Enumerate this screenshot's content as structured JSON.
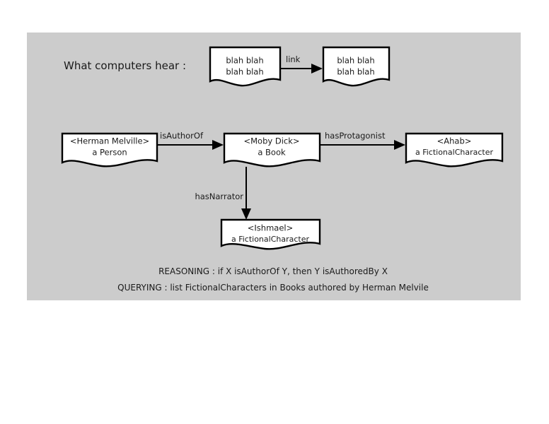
{
  "panel": {
    "background_color": "#cccccc",
    "page_background_color": "#ffffff"
  },
  "heading": {
    "label": "What computers hear :"
  },
  "top_row": {
    "nodes": [
      {
        "line1": "blah blah",
        "line2": "blah blah"
      },
      {
        "line1": "blah blah",
        "line2": "blah blah"
      }
    ],
    "edge_label": "link"
  },
  "graph": {
    "nodes": [
      {
        "id": "melville",
        "line1": "<Herman Melville>",
        "line2": "a Person"
      },
      {
        "id": "mobydick",
        "line1": "<Moby Dick>",
        "line2": "a Book"
      },
      {
        "id": "ahab",
        "line1": "<Ahab>",
        "line2": "a FictionalCharacter"
      },
      {
        "id": "ishmael",
        "line1": "<Ishmael>",
        "line2": "a FictionalCharacter"
      }
    ],
    "edges": [
      {
        "from": "melville",
        "to": "mobydick",
        "label": "isAuthorOf"
      },
      {
        "from": "mobydick",
        "to": "ahab",
        "label": "hasProtagonist"
      },
      {
        "from": "mobydick",
        "to": "ishmael",
        "label": "hasNarrator"
      }
    ]
  },
  "captions": {
    "reasoning": "REASONING : if X isAuthorOf Y, then Y isAuthoredBy X",
    "querying": "QUERYING : list FictionalCharacters in Books authored by Herman Melvile"
  }
}
